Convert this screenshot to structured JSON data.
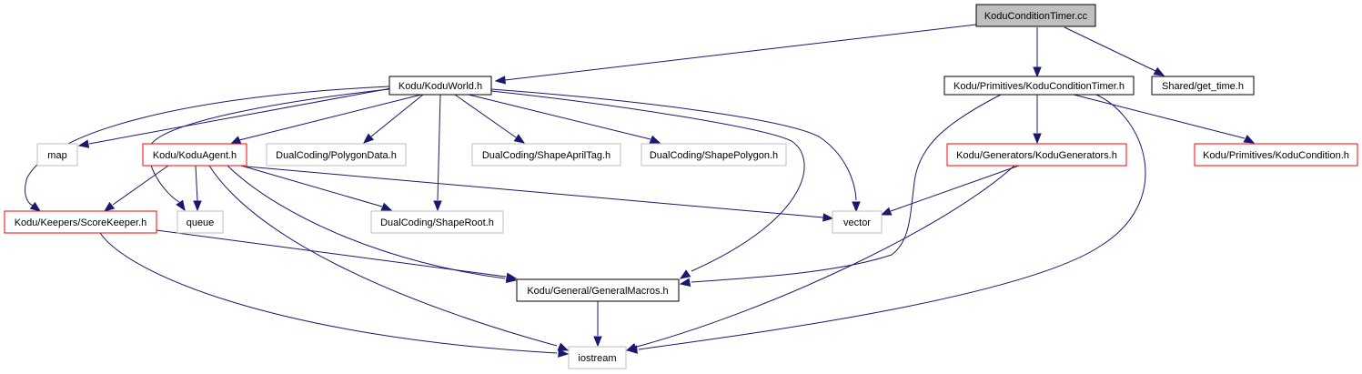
{
  "colors": {
    "edge": "#191970",
    "root_fill": "#bfbfbf",
    "default_fill": "#ffffff",
    "border_black": "#000000",
    "border_red": "#ff0000",
    "border_gray": "#bfbfbf"
  },
  "nodes": [
    {
      "id": "root",
      "label": "KoduConditionTimer.cc",
      "kind": "root"
    },
    {
      "id": "world",
      "label": "Kodu/KoduWorld.h",
      "kind": "black"
    },
    {
      "id": "pct",
      "label": "Kodu/Primitives/KoduConditionTimer.h",
      "kind": "black"
    },
    {
      "id": "gettime",
      "label": "Shared/get_time.h",
      "kind": "black"
    },
    {
      "id": "map",
      "label": "map",
      "kind": "gray"
    },
    {
      "id": "agent",
      "label": "Kodu/KoduAgent.h",
      "kind": "red"
    },
    {
      "id": "polydata",
      "label": "DualCoding/PolygonData.h",
      "kind": "gray"
    },
    {
      "id": "april",
      "label": "DualCoding/ShapeAprilTag.h",
      "kind": "gray"
    },
    {
      "id": "spoly",
      "label": "DualCoding/ShapePolygon.h",
      "kind": "gray"
    },
    {
      "id": "gens",
      "label": "Kodu/Generators/KoduGenerators.h",
      "kind": "red"
    },
    {
      "id": "cond",
      "label": "Kodu/Primitives/KoduCondition.h",
      "kind": "red"
    },
    {
      "id": "score",
      "label": "Kodu/Keepers/ScoreKeeper.h",
      "kind": "red"
    },
    {
      "id": "queue",
      "label": "queue",
      "kind": "gray"
    },
    {
      "id": "sroot",
      "label": "DualCoding/ShapeRoot.h",
      "kind": "gray"
    },
    {
      "id": "vector",
      "label": "vector",
      "kind": "gray"
    },
    {
      "id": "macros",
      "label": "Kodu/General/GeneralMacros.h",
      "kind": "black"
    },
    {
      "id": "iostream",
      "label": "iostream",
      "kind": "gray"
    }
  ],
  "edges": [
    {
      "from": "root",
      "to": "world"
    },
    {
      "from": "root",
      "to": "pct"
    },
    {
      "from": "root",
      "to": "gettime"
    },
    {
      "from": "world",
      "to": "map"
    },
    {
      "from": "world",
      "to": "agent"
    },
    {
      "from": "world",
      "to": "polydata"
    },
    {
      "from": "world",
      "to": "april"
    },
    {
      "from": "world",
      "to": "spoly"
    },
    {
      "from": "world",
      "to": "score"
    },
    {
      "from": "world",
      "to": "queue"
    },
    {
      "from": "world",
      "to": "sroot"
    },
    {
      "from": "world",
      "to": "vector"
    },
    {
      "from": "world",
      "to": "macros"
    },
    {
      "from": "pct",
      "to": "gens"
    },
    {
      "from": "pct",
      "to": "cond"
    },
    {
      "from": "pct",
      "to": "macros"
    },
    {
      "from": "pct",
      "to": "iostream"
    },
    {
      "from": "agent",
      "to": "score"
    },
    {
      "from": "agent",
      "to": "queue"
    },
    {
      "from": "agent",
      "to": "sroot"
    },
    {
      "from": "agent",
      "to": "vector"
    },
    {
      "from": "agent",
      "to": "macros"
    },
    {
      "from": "agent",
      "to": "iostream"
    },
    {
      "from": "gens",
      "to": "vector"
    },
    {
      "from": "gens",
      "to": "iostream"
    },
    {
      "from": "score",
      "to": "macros"
    },
    {
      "from": "score",
      "to": "iostream"
    },
    {
      "from": "macros",
      "to": "iostream"
    }
  ]
}
